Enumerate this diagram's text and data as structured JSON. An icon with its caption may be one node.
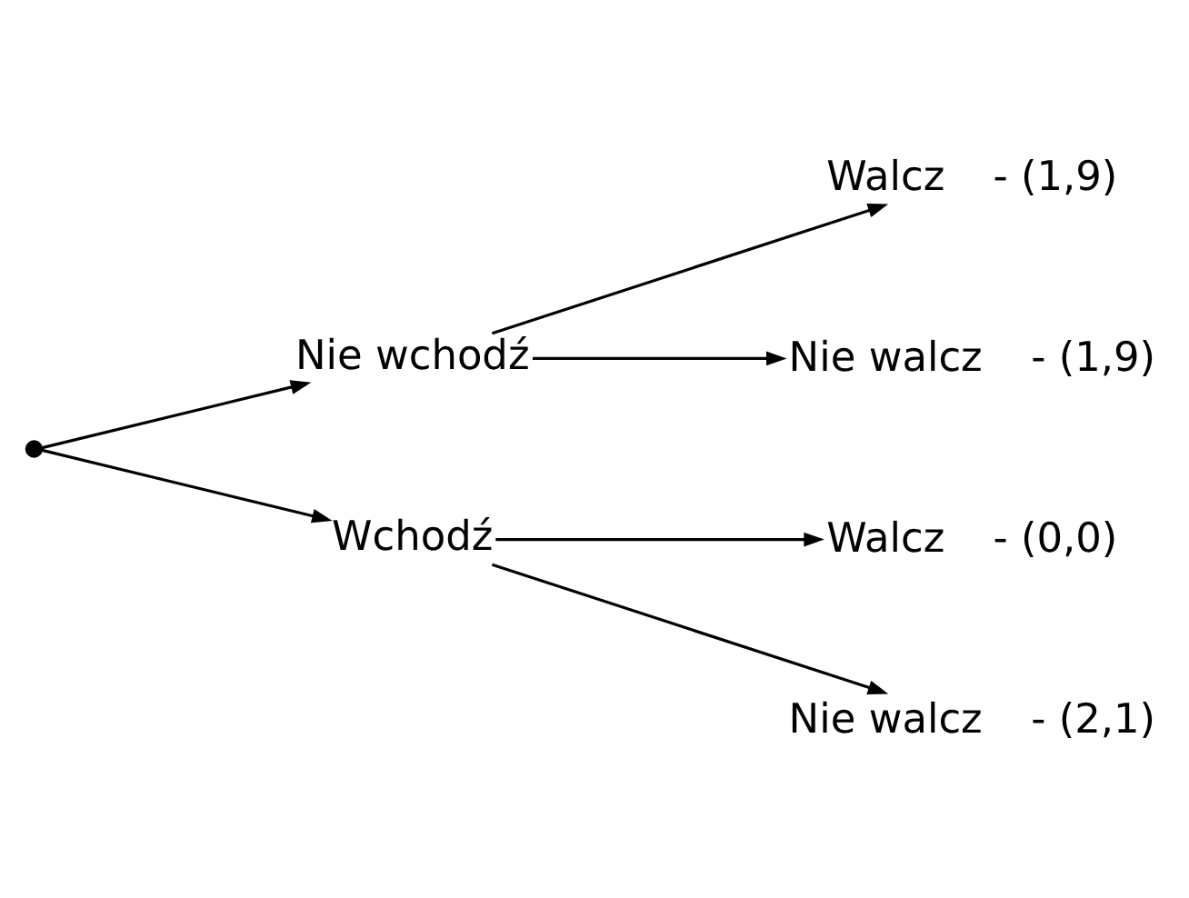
{
  "diagram": {
    "nodes": [
      {
        "text": [],
        "shape": "point"
      },
      {
        "text": [
          "Nie wchodź"
        ]
      },
      {
        "text": [
          "Walcz"
        ],
        "beside": [
          "- (1,9)"
        ]
      },
      {
        "text": [
          "Nie walcz"
        ],
        "beside": [
          "- (1,9)"
        ]
      },
      {
        "text": [
          "Wchodź"
        ]
      },
      {
        "text": [
          "Walcz"
        ],
        "beside": [
          "- (0,0)"
        ]
      },
      {
        "text": [
          "Nie walcz"
        ],
        "beside": [
          "- (2,1)"
        ]
      }
    ],
    "edges": [
      {
        "from": 0,
        "to": 1,
        "arrow": "to"
      },
      {
        "from": 0,
        "to": 4,
        "arrow": "to"
      },
      {
        "from": 1,
        "to": 2,
        "arrow": "to"
      },
      {
        "from": 1,
        "to": 3,
        "arrow": "to"
      },
      {
        "from": 4,
        "to": 5,
        "arrow": "to"
      },
      {
        "from": 4,
        "to": 6,
        "arrow": "to"
      }
    ]
  }
}
